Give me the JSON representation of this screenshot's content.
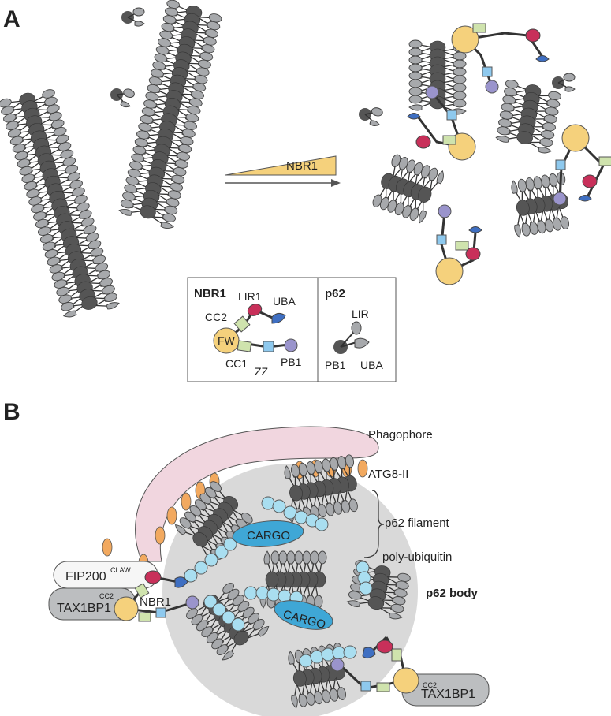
{
  "panel_a": {
    "label": "A",
    "gradient_label": "NBR1",
    "legend": {
      "nbr1_title": "NBR1",
      "nbr1_domains": {
        "lir1": "LIR1",
        "uba": "UBA",
        "cc2": "CC2",
        "fw": "FW",
        "cc1": "CC1",
        "zz": "ZZ",
        "pb1": "PB1"
      },
      "p62_title": "p62",
      "p62_domains": {
        "lir": "LIR",
        "pb1": "PB1",
        "uba": "UBA"
      }
    }
  },
  "panel_b": {
    "label": "B",
    "labels": {
      "phagophore": "Phagophore",
      "atg8": "ATG8-II",
      "p62_filament": "p62 filament",
      "poly_ubiquitin": "poly-ubiquitin",
      "p62_body": "p62 body",
      "cargo_1": "CARGO",
      "cargo_2": "CARGO",
      "fip200": "FIP200",
      "claw": "CLAW",
      "nbr1": "NBR1",
      "tax1bp1_left": "TAX1BP1",
      "cc2_left": "CC2",
      "tax1bp1_right": "TAX1BP1",
      "cc2_right": "CC2"
    }
  },
  "colors": {
    "pb1_dark": "#555555",
    "p62_gray": "#a7a9ac",
    "fw_yellow": "#f5d17c",
    "lir_red": "#c8305a",
    "uba_blue": "#3f6fc2",
    "pb1_purple": "#9a94cc",
    "cc_green": "#cfe3ad",
    "zz_blue": "#8ec9ee",
    "ubiquitin": "#a9def0",
    "cargo": "#3fa7d6",
    "body_gray": "#d9d9d9",
    "phagophore": "#f1d6df",
    "atg8": "#f2a95f"
  }
}
